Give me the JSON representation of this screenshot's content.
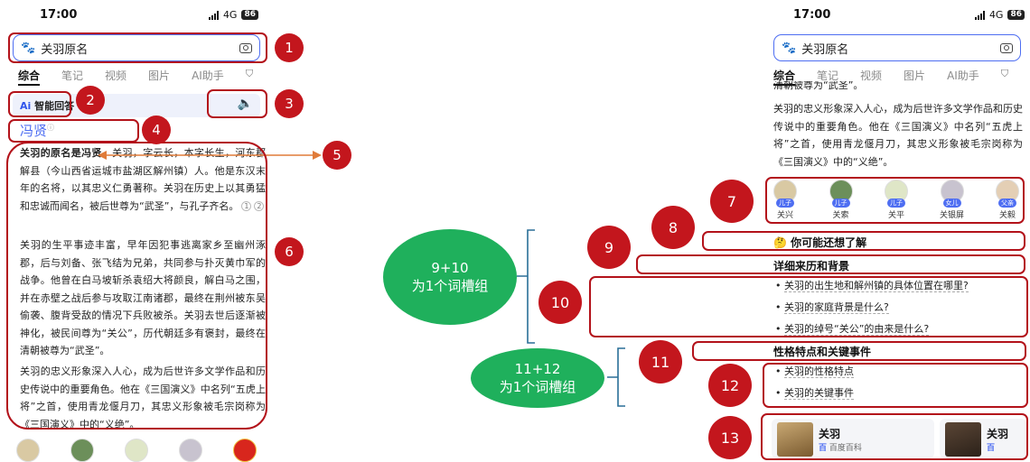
{
  "status": {
    "time": "17:00",
    "network": "4G",
    "battery": "86"
  },
  "search": {
    "query": "关羽原名"
  },
  "tabs": [
    "综合",
    "笔记",
    "视频",
    "图片",
    "AI助手"
  ],
  "ai": {
    "label_icon": "Ai",
    "label": "智能回答"
  },
  "answer": {
    "heading": "冯贤",
    "heading_sup": "ⓘ",
    "p1_bold": "关羽的原名是冯贤",
    "p1": "。关羽，字云长，本字长生，河东郡解县（今山西省运城市盐湖区解州镇）人。他是东汉末年的名将，以其忠义仁勇著称。关羽在历史上以其勇猛和忠诚而闻名，被后世尊为“武圣”，与孔子齐名。",
    "p1_refs": [
      "1",
      "2"
    ],
    "p2": "关羽的生平事迹丰富，早年因犯事逃离家乡至幽州涿郡，后与刘备、张飞结为兄弟，共同参与扑灭黄巾军的战争。他曾在白马坡斩杀袁绍大将颜良，解白马之围，并在赤壁之战后参与攻取江南诸郡，最终在荆州被东吴偷袭、腹背受敌的情况下兵败被杀。关羽去世后逐渐被神化，被民间尊为“关公”，历代朝廷多有褒封，最终在清朝被尊为“武圣”。",
    "p3": "关羽的忠义形象深入人心，成为后世许多文学作品和历史传说中的重要角色。他在《三国演义》中名列“五虎上将”之首，使用青龙偃月刀，其忠义形象被毛宗岗称为《三国演义》中的“义绝”。"
  },
  "right_top_fragment": "清朝被尊为“武圣”。",
  "relatives": [
    {
      "tag": "儿子",
      "name": "关兴"
    },
    {
      "tag": "儿子",
      "name": "关索"
    },
    {
      "tag": "儿子",
      "name": "关平"
    },
    {
      "tag": "女儿",
      "name": "关银屏"
    },
    {
      "tag": "父亲",
      "name": "关毅"
    }
  ],
  "suggest": {
    "title": "🤔 你可能还想了解",
    "section1": "详细来历和背景",
    "questions1": [
      "关羽的出生地和解州镇的具体位置在哪里?",
      "关羽的家庭背景是什么?",
      "关羽的绰号“关公”的由来是什么?"
    ],
    "section2": "性格特点和关键事件",
    "questions2": [
      "关羽的性格特点",
      "关羽的关键事件"
    ]
  },
  "cards": [
    {
      "title": "关羽",
      "source_icon": "百",
      "source": "百度百科"
    },
    {
      "title": "关羽",
      "source_icon": "百",
      "source": "百"
    }
  ],
  "annotations": {
    "markers": [
      "1",
      "2",
      "3",
      "4",
      "5",
      "6",
      "7",
      "8",
      "9",
      "10",
      "11",
      "12",
      "13"
    ],
    "group1": {
      "line1": "9+10",
      "line2": "为1个词槽组"
    },
    "group2": {
      "line1": "11+12",
      "line2": "为1个词槽组"
    }
  },
  "colors": {
    "accent": "#4e6ef2",
    "annotation_red": "#c3161d",
    "group_green": "#1fb05c",
    "arrow_orange": "#e07b39",
    "bracket_blue": "#2a6f97"
  }
}
